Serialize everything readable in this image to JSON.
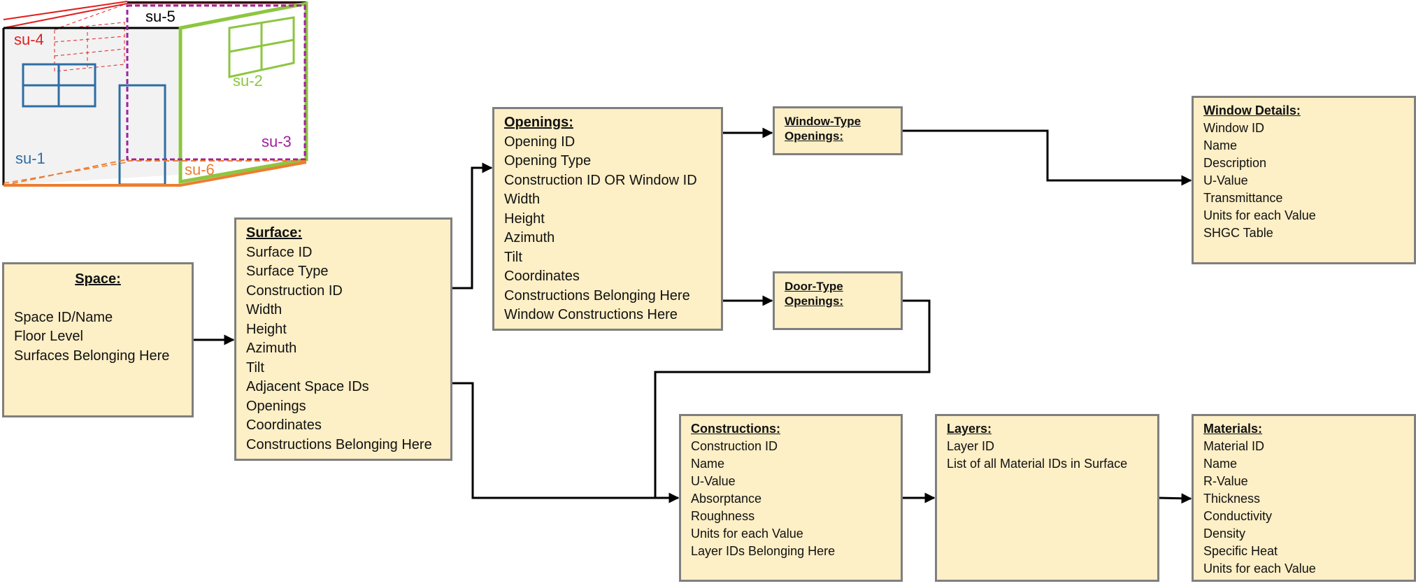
{
  "illustration": {
    "labels": [
      {
        "id": "su4",
        "text": "su-4",
        "color": "#e02020"
      },
      {
        "id": "su5",
        "text": "su-5",
        "color": "#000000"
      },
      {
        "id": "su2",
        "text": "su-2",
        "color": "#8cc63f"
      },
      {
        "id": "su3",
        "text": "su-3",
        "color": "#a020a0"
      },
      {
        "id": "su1",
        "text": "su-1",
        "color": "#2e6da4"
      },
      {
        "id": "su6",
        "text": "su-6",
        "color": "#ed7d31"
      }
    ]
  },
  "boxes": {
    "space": {
      "title": "Space:",
      "items": [
        "Space ID/Name",
        "Floor Level",
        "Surfaces Belonging Here"
      ]
    },
    "surface": {
      "title": "Surface:",
      "items": [
        "Surface ID",
        "Surface Type",
        "Construction ID",
        "Width",
        "Height",
        "Azimuth",
        "Tilt",
        "Adjacent Space IDs",
        "Openings",
        "Coordinates",
        "Constructions Belonging Here"
      ]
    },
    "openings": {
      "title": "Openings:",
      "items": [
        "Opening ID",
        "Opening Type",
        "Construction ID OR Window ID",
        "Width",
        "Height",
        "Azimuth",
        "Tilt",
        "Coordinates",
        "Constructions Belonging Here",
        "Window Constructions Here"
      ]
    },
    "window_type": {
      "title_lines": [
        "Window-Type",
        "Openings:"
      ]
    },
    "door_type": {
      "title_lines": [
        "Door-Type",
        "Openings:"
      ]
    },
    "window_details": {
      "title": "Window Details:",
      "items": [
        "Window ID",
        "Name",
        "Description",
        "U-Value",
        "Transmittance",
        "Units for each Value",
        "SHGC Table"
      ]
    },
    "constructions": {
      "title": "Constructions:",
      "items": [
        "Construction ID",
        "Name",
        "U-Value",
        "Absorptance",
        "Roughness",
        "Units for each Value",
        "Layer IDs Belonging Here"
      ]
    },
    "layers": {
      "title": "Layers:",
      "items": [
        "Layer ID",
        "List of all Material IDs in Surface"
      ]
    },
    "materials": {
      "title": "Materials:",
      "items": [
        "Material ID",
        "Name",
        "R-Value",
        "Thickness",
        "Conductivity",
        "Density",
        "Specific Heat",
        "Units for each Value"
      ]
    }
  },
  "colors": {
    "box_fill": "#fdefc6",
    "box_border": "#7f7f7f",
    "arrow": "#000000"
  }
}
